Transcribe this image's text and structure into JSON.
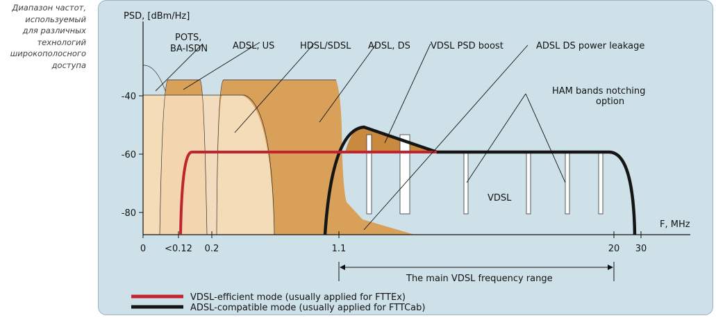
{
  "caption": {
    "lines": [
      "Диапазон частот,",
      "используемый",
      "для различных",
      "технологий",
      "широкополосного",
      "доступа"
    ]
  },
  "colors": {
    "background": "#cfe1e8",
    "pots_fill": "#f5dcb8",
    "adsl_fill": "#d9a05a",
    "vdsl_efficient": "#c0252f",
    "vdsl_compatible": "#151515",
    "notch_fill": "#ffffff"
  },
  "chart_data": {
    "type": "area",
    "ylabel": "PSD, [dBm/Hz]",
    "xlabel": "F, MHz",
    "y_ticks": [
      "-40",
      "-60",
      "-80"
    ],
    "x_ticks": [
      "0",
      "<0.12",
      "0.2",
      "1.1",
      "20",
      "30"
    ],
    "bands": [
      {
        "name": "POTS, BA-ISDN"
      },
      {
        "name": "ADSL, US"
      },
      {
        "name": "HDSL/SDSL"
      },
      {
        "name": "ADSL, DS"
      },
      {
        "name": "VDSL PSD boost"
      },
      {
        "name": "ADSL DS power leakage"
      },
      {
        "name": "HAM bands notching option"
      },
      {
        "name": "VDSL"
      }
    ],
    "annotations": [
      {
        "text": "POTS,"
      },
      {
        "text": "BA-ISDN"
      },
      {
        "text": "ADSL, US"
      },
      {
        "text": "HDSL/SDSL"
      },
      {
        "text": "ADSL, DS"
      },
      {
        "text": "VDSL PSD boost"
      },
      {
        "text": "ADSL DS power leakage"
      },
      {
        "text": "HAM bands notching"
      },
      {
        "text": "option"
      },
      {
        "text": "VDSL"
      }
    ],
    "range_label": "The main VDSL frequency range",
    "series": [
      {
        "name": "VDSL-efficient mode (usually applied for FTTEx)",
        "level": -59
      },
      {
        "name": "ADSL-compatible mode (usually applied for FTTCab)",
        "level": -59,
        "peak": -51
      }
    ],
    "legend": "bottom-left"
  }
}
